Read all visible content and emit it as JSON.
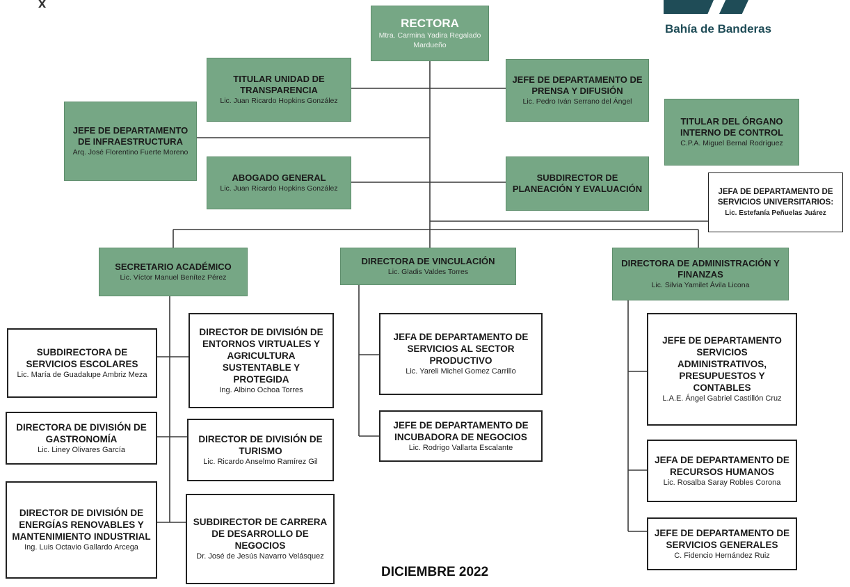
{
  "header": {
    "brand": "Bahía de Banderas",
    "corner_mark": "x"
  },
  "footer": {
    "date": "DICIEMBRE 2022"
  },
  "rectora": {
    "title": "RECTORA",
    "name": "Mtra. Carmina Yadira Regalado Mardueño"
  },
  "staff": {
    "transparencia": {
      "title": "TITULAR UNIDAD DE TRANSPARENCIA",
      "name": "Lic. Juan Ricardo Hopkins González"
    },
    "prensa": {
      "title": "JEFE DE DEPARTAMENTO DE PRENSA Y DIFUSIÓN",
      "name": "Lic. Pedro Iván Serrano del Ángel"
    },
    "infraestructura": {
      "title": "JEFE DE DEPARTAMENTO DE INFRAESTRUCTURA",
      "name": "Arq. José Florentino Fuerte Moreno"
    },
    "control": {
      "title": "TITULAR DEL ÓRGANO INTERNO DE CONTROL",
      "name": "C.P.A. Miguel Bernal Rodríguez"
    },
    "abogado": {
      "title": "ABOGADO GENERAL",
      "name": "Lic. Juan Ricardo Hopkins González"
    },
    "planeacion": {
      "title": "SUBDIRECTOR DE PLANEACIÓN Y EVALUACIÓN",
      "name": ""
    },
    "servicios_universitarios": {
      "title": "JEFA DE DEPARTAMENTO DE SERVICIOS UNIVERSITARIOS:",
      "name": "Lic. Estefanía Peñuelas Juárez"
    }
  },
  "directors": {
    "academico": {
      "title": "SECRETARIO ACADÉMICO",
      "name": "Lic. Víctor Manuel Benítez Pérez"
    },
    "vinculacion": {
      "title": "DIRECTORA DE VINCULACIÓN",
      "name": "Lic. Gladis Valdes Torres"
    },
    "administracion": {
      "title": "DIRECTORA DE ADMINISTRACIÓN Y FINANZAS",
      "name": "Lic. Silvia Yamilet Ávila Licona"
    }
  },
  "academic_units": {
    "escolares": {
      "title": "SUBDIRECTORA DE SERVICIOS ESCOLARES",
      "name": "Lic. María de Guadalupe Ambriz Meza"
    },
    "gastronomia": {
      "title": "DIRECTORA DE DIVISIÓN DE GASTRONOMÍA",
      "name": "Lic. Liney Olivares García"
    },
    "energias": {
      "title": "DIRECTOR DE DIVISIÓN DE ENERGÍAS RENOVABLES Y MANTENIMIENTO INDUSTRIAL",
      "name": "Ing. Luis Octavio Gallardo Arcega"
    },
    "entornos": {
      "title": "DIRECTOR DE DIVISIÓN DE ENTORNOS VIRTUALES Y AGRICULTURA SUSTENTABLE Y PROTEGIDA",
      "name": "Ing. Albino Ochoa Torres"
    },
    "turismo": {
      "title": "DIRECTOR DE DIVISIÓN DE TURISMO",
      "name": "Lic. Ricardo Anselmo Ramírez Gil"
    },
    "negocios": {
      "title": "SUBDIRECTOR DE CARRERA DE DESARROLLO DE NEGOCIOS",
      "name": "Dr. José de Jesús Navarro Velásquez"
    }
  },
  "vinculacion_units": {
    "sector": {
      "title": "JEFA DE DEPARTAMENTO DE SERVICIOS AL SECTOR PRODUCTIVO",
      "name": "Lic. Yareli Michel Gomez Carrillo"
    },
    "incubadora": {
      "title": "JEFE DE DEPARTAMENTO DE INCUBADORA DE NEGOCIOS",
      "name": "Lic. Rodrigo Vallarta Escalante"
    }
  },
  "admin_units": {
    "servicios": {
      "title": "JEFE DE DEPARTAMENTO SERVICIOS ADMINISTRATIVOS, PRESUPUESTOS Y CONTABLES",
      "name": "L.A.E. Ángel Gabriel Castillón Cruz"
    },
    "rrhh": {
      "title": "JEFA DE DEPARTAMENTO DE RECURSOS HUMANOS",
      "name": "Lic. Rosalba Saray Robles Corona"
    },
    "generales": {
      "title": "JEFE DE DEPARTAMENTO DE SERVICIOS GENERALES",
      "name": "C. Fidencio Hernández Ruiz"
    }
  },
  "colors": {
    "box_green": "#76a785",
    "line": "#3a3a3a",
    "brand": "#1f4c57"
  }
}
